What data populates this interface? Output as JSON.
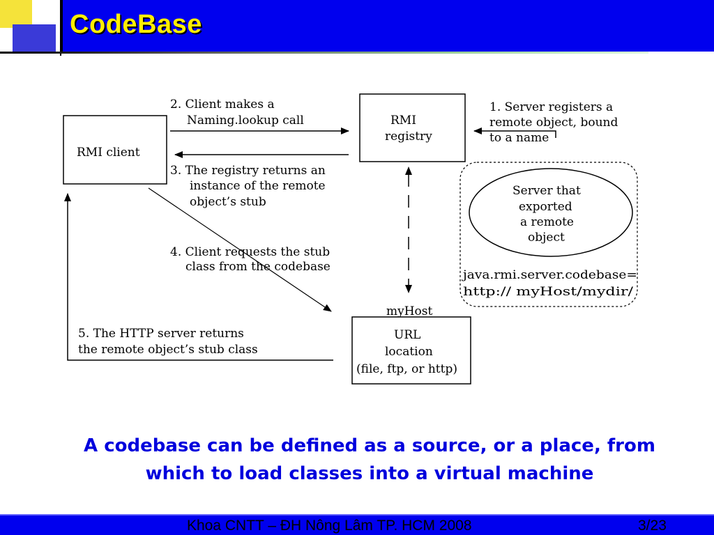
{
  "slide": {
    "title": "CodeBase",
    "caption_line1": "A codebase can be defined as a source, or a place, from",
    "caption_line2": "which to load classes into a virtual machine",
    "footer_text": "Khoa CNTT – ĐH Nông Lâm TP. HCM 2008",
    "page_number": "3/23"
  },
  "diagram": {
    "rmi_client": "RMI client",
    "rmi_registry": [
      "RMI",
      "registry"
    ],
    "server": [
      "Server that",
      "exported",
      "a remote",
      "object"
    ],
    "codebase_prop": [
      "java.rmi.server.codebase=",
      "http:// myHost/mydir/"
    ],
    "myhost": "myHost",
    "url_location": [
      "URL",
      "location",
      "(file, ftp, or http)"
    ],
    "step1": [
      "1. Server registers a",
      "remote object, bound",
      "to a name"
    ],
    "step2": [
      "2. Client makes a",
      "Naming.lookup call"
    ],
    "step3": [
      "3. The registry returns an",
      "instance of the remote",
      "object’s stub"
    ],
    "step4": [
      "4. Client requests the stub",
      "class from the codebase"
    ],
    "step5": [
      "5. The HTTP server returns",
      "the remote object’s stub class"
    ]
  }
}
